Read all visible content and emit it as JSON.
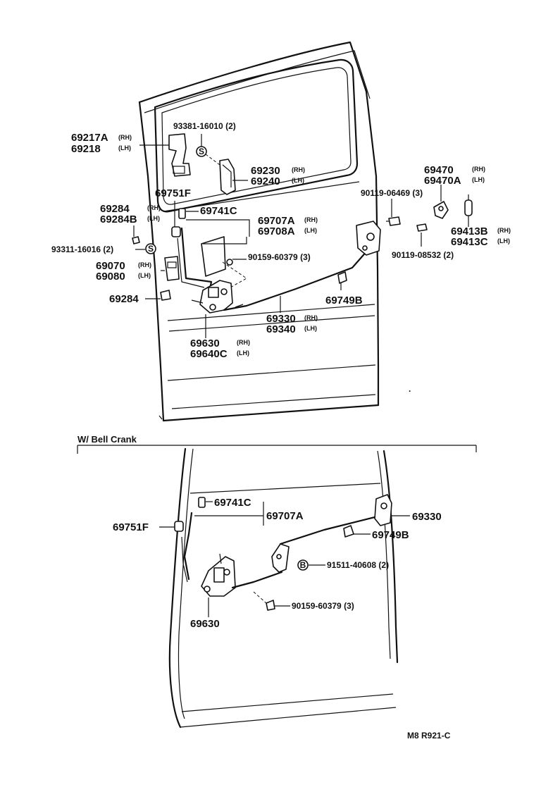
{
  "upper": {
    "p69217A": "69217A",
    "p69218": "69218",
    "p93381": "93381-16010 (2)",
    "p69230": "69230",
    "p69240": "69240",
    "p69751F": "69751F",
    "p69741C": "69741C",
    "p69284": "69284",
    "p69284B": "69284B",
    "p93311": "93311-16016 (2)",
    "p69707A": "69707A",
    "p69708A": "69708A",
    "p90159": "90159-60379 (3)",
    "p69070": "69070",
    "p69080": "69080",
    "p69284b": "69284",
    "p69630": "69630",
    "p69640C": "69640C",
    "p69330": "69330",
    "p69340": "69340",
    "p69749B": "69749B",
    "p90119a": "90119-06469 (3)",
    "p90119b": "90119-08532 (2)",
    "p69470": "69470",
    "p69470A": "69470A",
    "p69413B": "69413B",
    "p69413C": "69413C",
    "rh": "(RH)",
    "lh": "(LH)",
    "s": "S"
  },
  "section_title": "W/ Bell Crank",
  "lower": {
    "p69741C": "69741C",
    "p69707A": "69707A",
    "p69751F": "69751F",
    "p69330": "69330",
    "p69749B": "69749B",
    "p91511": "91511-40608 (2)",
    "p90159": "90159-60379 (3)",
    "p69630": "69630",
    "b": "B"
  },
  "footer_code": "M8 R921-C"
}
